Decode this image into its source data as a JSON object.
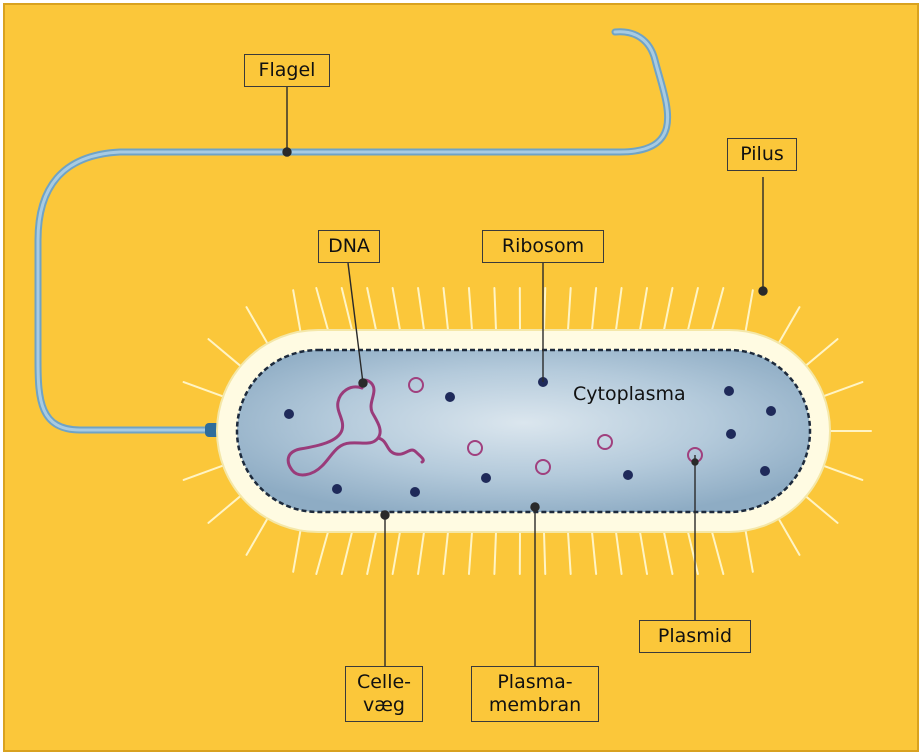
{
  "labels": {
    "flagel": "Flagel",
    "pilus": "Pilus",
    "dna": "DNA",
    "ribosom": "Ribosom",
    "cytoplasma": "Cytoplasma",
    "plasmid": "Plasmid",
    "cellevaeg_line1": "Celle-",
    "cellevaeg_line2": "væg",
    "plasmamembran_line1": "Plasma-",
    "plasmamembran_line2": "membran"
  },
  "colors": {
    "background": "#fbc73a",
    "cell_wall": "#fffbe2",
    "cytoplasm": "#a9c3d6",
    "flagellum": "#7fb2d0",
    "dna": "#9a3b7a",
    "ribosome": "#1f2a5a",
    "plasmid": "#a0407e",
    "pili": "#fff4c4"
  }
}
